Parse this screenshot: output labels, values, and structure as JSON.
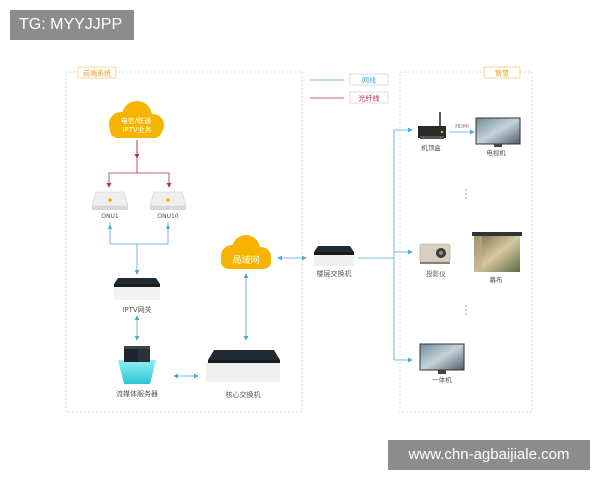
{
  "overlay": {
    "tag": "TG: MYYJJPP",
    "watermark": "www.chn-agbaijiale.com"
  },
  "colors": {
    "network_line": "#4aa8d8",
    "fiber_line": "#b0303c",
    "cloud": "#f6b400",
    "region_title": "#e0a020"
  },
  "regions": {
    "left_title": "前端系统",
    "right_title": "智慧"
  },
  "legend": {
    "network": "网线",
    "fiber": "光纤线"
  },
  "nodes": {
    "carrier_cloud": "电信/联通\nIPTV业务",
    "onu1": "ONU1",
    "onu10": "ONU10",
    "iptv_gateway": "IPTV网关",
    "streaming_server": "流媒体服务器",
    "lan_cloud": "局域网",
    "core_switch": "核心交换机",
    "floor_switch": "楼层交换机",
    "set_top_box": "机顶盒",
    "hdmi": "HDMI",
    "tv": "电视机",
    "projector": "投影仪",
    "screen": "幕布",
    "all_in_one": "一体机"
  }
}
